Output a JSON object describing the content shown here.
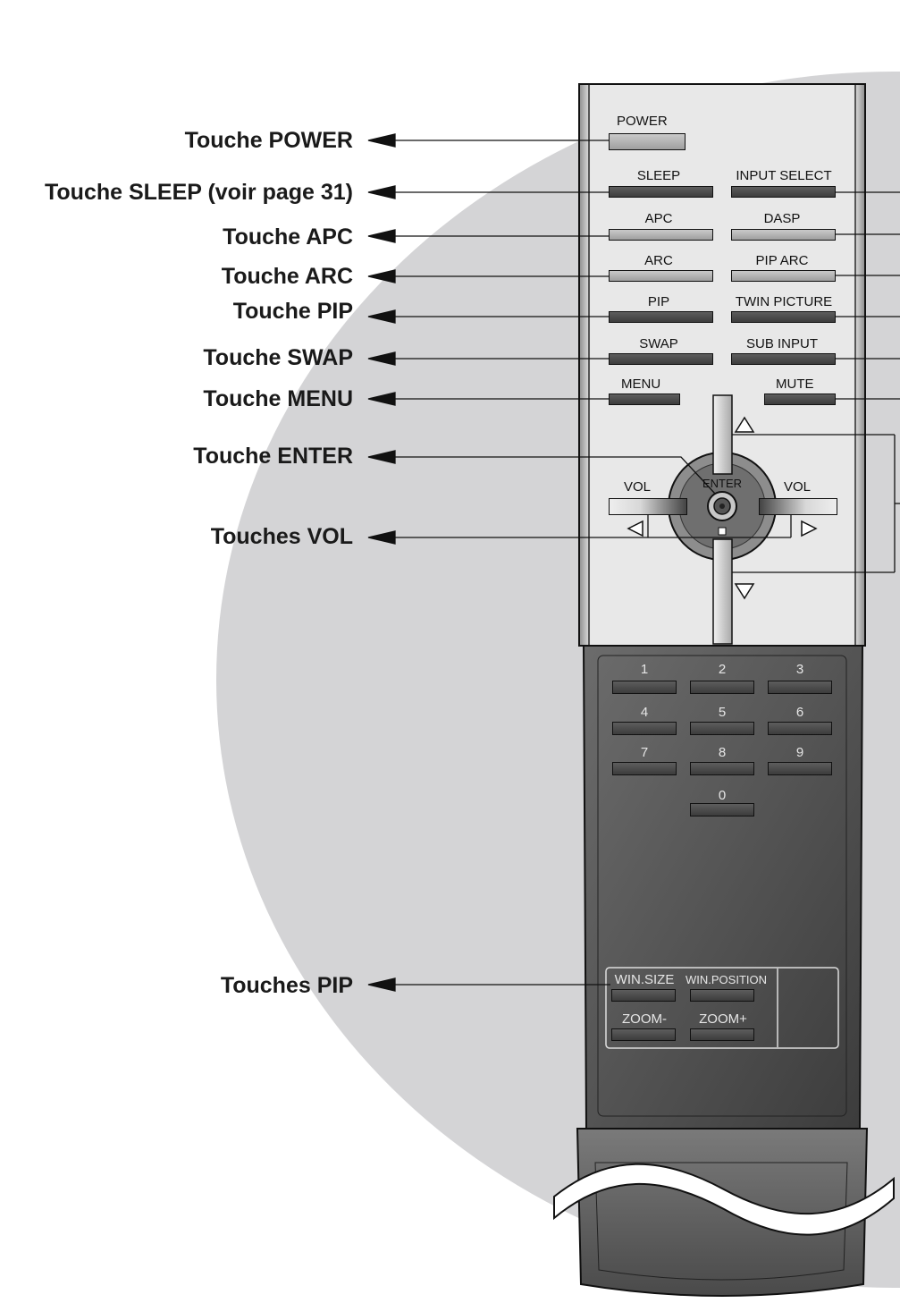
{
  "labels": {
    "power": "Touche POWER",
    "sleep": "Touche SLEEP (voir page 31)",
    "apc": "Touche APC",
    "arc": "Touche ARC",
    "pip": "Touche PIP",
    "swap": "Touche SWAP",
    "menu": "Touche MENU",
    "enter": "Touche ENTER",
    "vol": "Touches VOL",
    "pip_group": "Touches PIP"
  },
  "remote": {
    "power": "POWER",
    "sleep": "SLEEP",
    "input_select": "INPUT SELECT",
    "apc": "APC",
    "dasp": "DASP",
    "arc": "ARC",
    "pip_arc": "PIP ARC",
    "pip": "PIP",
    "twin_picture": "TWIN PICTURE",
    "swap": "SWAP",
    "sub_input": "SUB INPUT",
    "menu": "MENU",
    "mute": "MUTE",
    "enter": "ENTER",
    "vol_left": "VOL",
    "vol_right": "VOL",
    "digits": [
      "1",
      "2",
      "3",
      "4",
      "5",
      "6",
      "7",
      "8",
      "9",
      "0"
    ],
    "win_size": "WIN.SIZE",
    "win_position": "WIN.POSITION",
    "zoom_minus": "ZOOM-",
    "zoom_plus": "ZOOM+"
  }
}
